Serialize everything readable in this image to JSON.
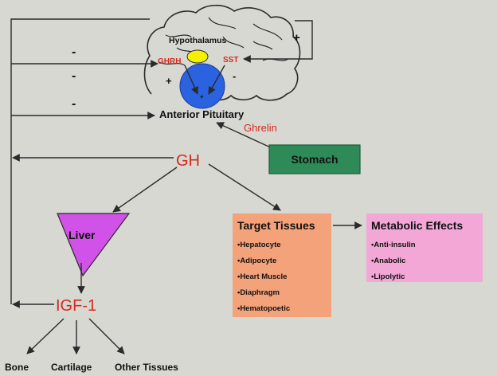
{
  "brain": {
    "hypothalamus": "Hypothalamus",
    "ghrh": "GHRH",
    "sst": "SST",
    "pituitary_mark": "+",
    "ghrh_sign": "+",
    "sst_sign": "-",
    "anterior_pituitary": "Anterior Pituitary"
  },
  "feedback": {
    "top_plus": "+",
    "igf_to_hypothalamus": "-",
    "igf_to_ghrh": "-",
    "igf_to_pituitary": "-"
  },
  "ghrelin": "Ghrelin",
  "stomach": "Stomach",
  "gh": "GH",
  "liver": "Liver",
  "igf1": "IGF-1",
  "outputs": {
    "bone": "Bone",
    "cartilage": "Cartilage",
    "other": "Other Tissues"
  },
  "target": {
    "title": "Target Tissues",
    "items": [
      "•Hepatocyte",
      "•Adipocyte",
      "•Heart Muscle",
      "•Diaphragm",
      "•Hematopoetic"
    ]
  },
  "metabolic": {
    "title": "Metabolic Effects",
    "items": [
      "•Anti-insulin",
      "•Anabolic",
      "•Lipolytic"
    ]
  },
  "colors": {
    "background": "#d7d8d2",
    "red_text": "#d62a1f",
    "pituitary": "#2a62e0",
    "hypothalamus": "#f4f000",
    "stomach": "#2e8b57",
    "liver": "#d152e8",
    "target_box": "#f4a27a",
    "metabolic_box": "#f2a7d6"
  }
}
